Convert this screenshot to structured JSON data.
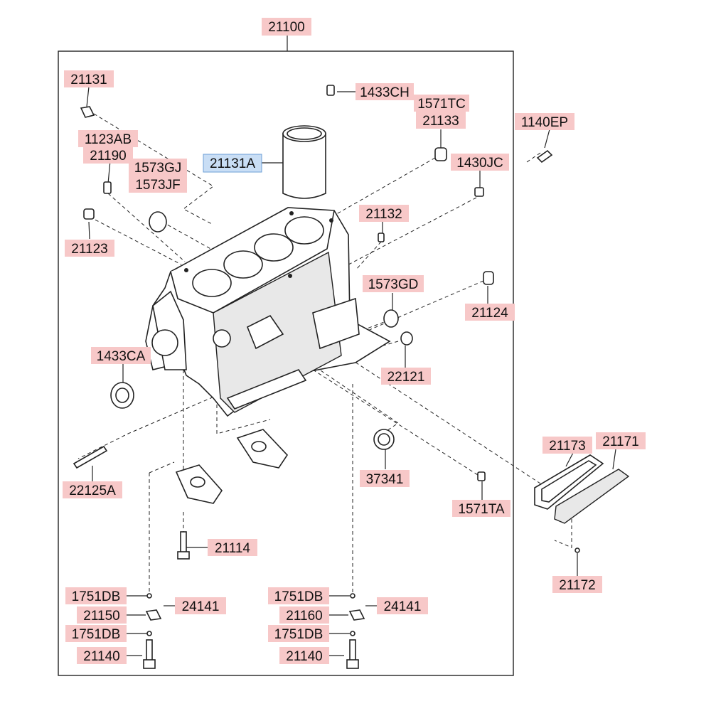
{
  "title_part": "21100",
  "highlight_color": "#c9def5",
  "label_color": "#f7c8c8",
  "labels": {
    "21100": "21100",
    "21131": "21131",
    "1433CH": "1433CH",
    "1571TC": "1571TC",
    "21133": "21133",
    "1140EP": "1140EP",
    "1123AB": "1123AB",
    "21190": "21190",
    "1573GJ": "1573GJ",
    "1573JF": "1573JF",
    "21131A": "21131A",
    "1430JC": "1430JC",
    "21132": "21132",
    "21123": "21123",
    "1573GD": "1573GD",
    "21124": "21124",
    "1433CA": "1433CA",
    "22121": "22121",
    "21173": "21173",
    "21171": "21171",
    "37341": "37341",
    "22125A": "22125A",
    "1571TA": "1571TA",
    "21114": "21114",
    "21172": "21172",
    "1751DB_a": "1751DB",
    "24141_a": "24141",
    "21150": "21150",
    "1751DB_b": "1751DB",
    "21140_a": "21140",
    "1751DB_c": "1751DB",
    "24141_b": "24141",
    "21160": "21160",
    "1751DB_d": "1751DB",
    "21140_b": "21140"
  }
}
